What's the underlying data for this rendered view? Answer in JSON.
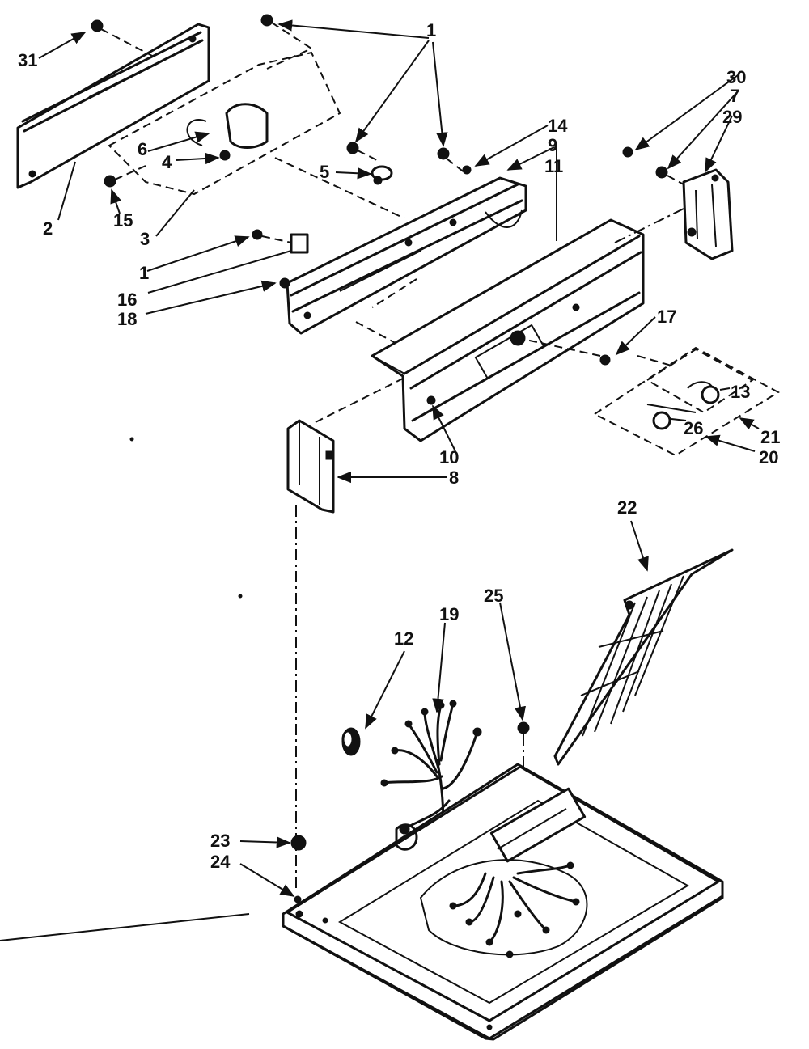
{
  "labels": {
    "l1": "1",
    "l1b": "1",
    "l2": "2",
    "l3": "3",
    "l4": "4",
    "l5": "5",
    "l6": "6",
    "l7": "7",
    "l8": "8",
    "l9": "9",
    "l10": "10",
    "l11": "11",
    "l12": "12",
    "l13": "13",
    "l14": "14",
    "l15": "15",
    "l16": "16",
    "l17": "17",
    "l18": "18",
    "l19": "19",
    "l20": "20",
    "l21": "21",
    "l22": "22",
    "l23": "23",
    "l24": "24",
    "l25": "25",
    "l26": "26",
    "l29": "29",
    "l30": "30",
    "l31": "31"
  }
}
